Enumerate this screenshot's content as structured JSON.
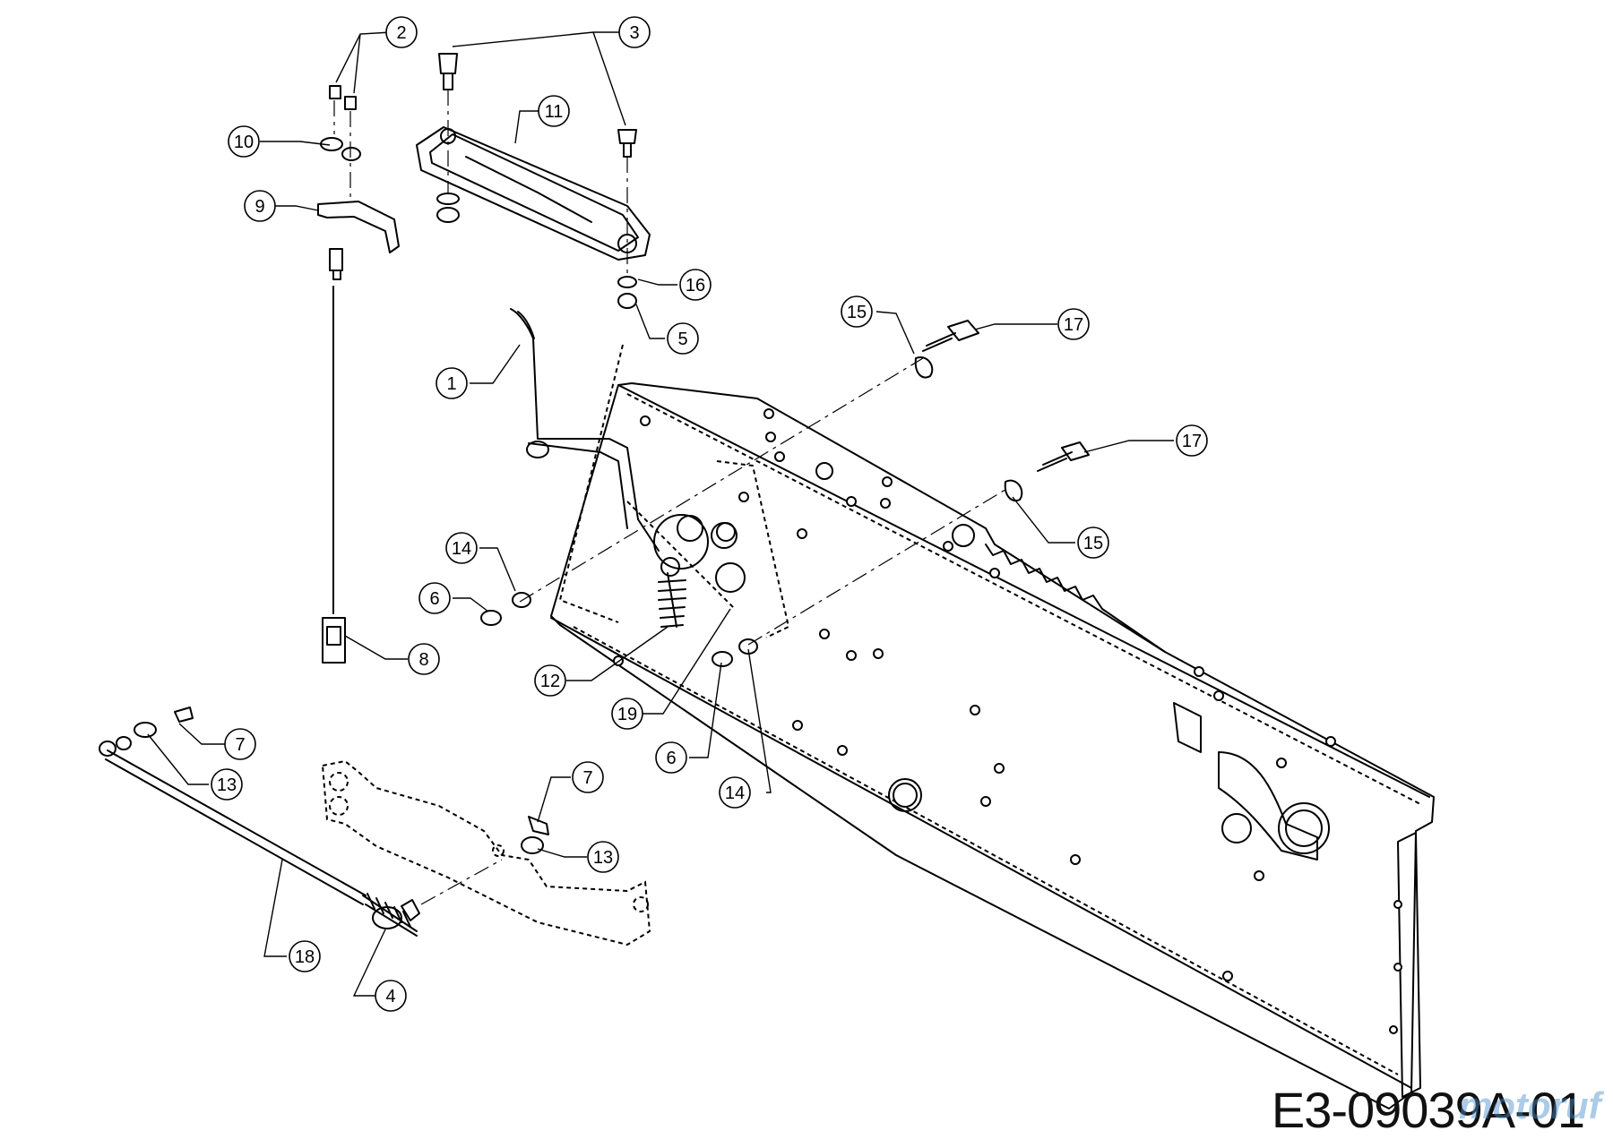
{
  "drawing_code": "E3-09039A-01",
  "watermark": "motoruf",
  "callouts": [
    {
      "id": "c2",
      "label": "2"
    },
    {
      "id": "c3",
      "label": "3"
    },
    {
      "id": "c10",
      "label": "10"
    },
    {
      "id": "c11",
      "label": "11"
    },
    {
      "id": "c9",
      "label": "9"
    },
    {
      "id": "c16",
      "label": "16"
    },
    {
      "id": "c5",
      "label": "5"
    },
    {
      "id": "c15a",
      "label": "15"
    },
    {
      "id": "c17a",
      "label": "17"
    },
    {
      "id": "c1",
      "label": "1"
    },
    {
      "id": "c17b",
      "label": "17"
    },
    {
      "id": "c15b",
      "label": "15"
    },
    {
      "id": "c14a",
      "label": "14"
    },
    {
      "id": "c6a",
      "label": "6"
    },
    {
      "id": "c8",
      "label": "8"
    },
    {
      "id": "c12",
      "label": "12"
    },
    {
      "id": "c19",
      "label": "19"
    },
    {
      "id": "c7a",
      "label": "7"
    },
    {
      "id": "c13a",
      "label": "13"
    },
    {
      "id": "c6b",
      "label": "6"
    },
    {
      "id": "c14b",
      "label": "14"
    },
    {
      "id": "c7b",
      "label": "7"
    },
    {
      "id": "c13b",
      "label": "13"
    },
    {
      "id": "c18",
      "label": "18"
    },
    {
      "id": "c4",
      "label": "4"
    }
  ]
}
